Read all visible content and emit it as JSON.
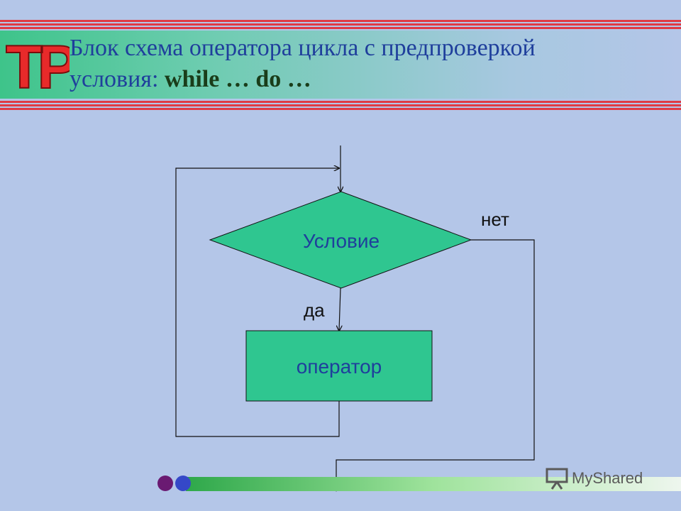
{
  "header": {
    "title_line1": "Блок схема оператора цикла с предпроверкой",
    "title_line2_prefix": "условия: ",
    "title_code": "while … do …",
    "logo_text": "TP"
  },
  "diagram": {
    "condition_label": "Условие",
    "operator_label": "оператор",
    "yes_label": "да",
    "no_label": "нет"
  },
  "footer": {
    "watermark": "MyShared"
  },
  "colors": {
    "background": "#b4c6e8",
    "shape_fill": "#2fc690",
    "accent_red": "#e03a44",
    "title_blue": "#1f3f9c"
  }
}
